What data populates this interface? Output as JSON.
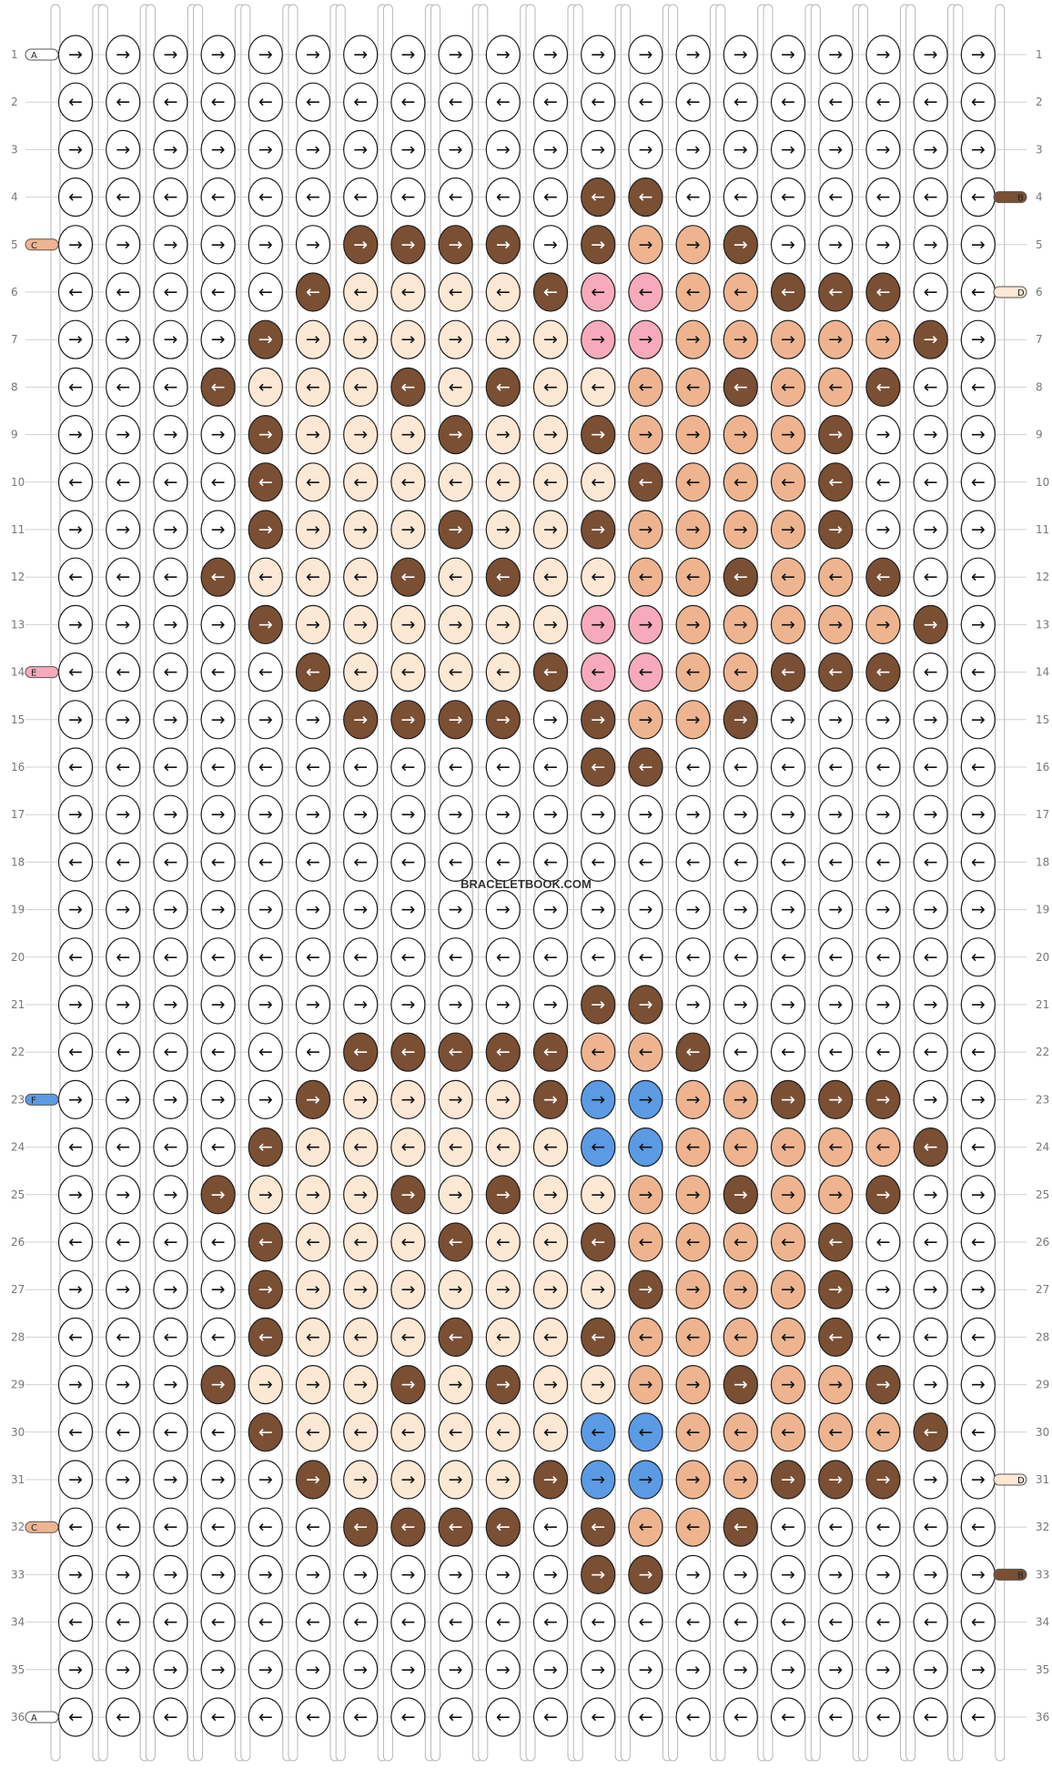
{
  "pattern": {
    "watermark": "BRACELETBOOK.COM",
    "rows": 36,
    "knots_per_row_odd": 20,
    "knots_per_row_even": 20,
    "strings_left": [
      {
        "row": 1,
        "letter": "A",
        "color": "#ffffff"
      },
      {
        "row": 5,
        "letter": "C",
        "color": "#eeb490"
      },
      {
        "row": 14,
        "letter": "E",
        "color": "#f7aabb"
      },
      {
        "row": 23,
        "letter": "F",
        "color": "#5b9be4"
      },
      {
        "row": 32,
        "letter": "C",
        "color": "#eeb490"
      },
      {
        "row": 36,
        "letter": "A",
        "color": "#ffffff"
      }
    ],
    "strings_right": [
      {
        "row": 4,
        "letter": "B",
        "color": "#7a4f34"
      },
      {
        "row": 6,
        "letter": "D",
        "color": "#fce8d4"
      },
      {
        "row": 31,
        "letter": "D",
        "color": "#fce8d4"
      },
      {
        "row": 33,
        "letter": "B",
        "color": "#7a4f34"
      }
    ],
    "palette": {
      "A": "#ffffff",
      "B": "#7a4f34",
      "C": "#eeb490",
      "D": "#fce8d4",
      "E": "#f7aabb",
      "F": "#5b9be4"
    },
    "knot_rows": [
      "AAAAAAAAAAAAAAAAAAAA",
      "AAAAAAAAAAAAAAAAAAAA",
      "AAAAAAAAAAAAAAAAAAAA",
      "AAAAAAAAAAABBAAAAAAA",
      "AAAAAABBBBABCCBAAAAA",
      "AAAAABDDDDBEECCBBBAA",
      "AAAABDDDDDDEECCCCCBA",
      "AAABDDDBDBDDCCBCCBAA",
      "AAAABDDDBDDBCCCCBAAA",
      "AAAABDDDDDDDBCCCBAAA",
      "AAAABDDDBDDBCCCCBAAA",
      "AAABDDDBDBDDCCBCCBAA",
      "AAAABDDDDDDEECCCCCBA",
      "AAAAABDDDDBEECCBBBAA",
      "AAAAAABBBBABCCBAAAAA",
      "AAAAAAAAAAABBAAAAAAA",
      "AAAAAAAAAAAAAAAAAAAA",
      "AAAAAAAAAAAAAAAAAAAA",
      "AAAAAAAAAAAAAAAAAAAA",
      "AAAAAAAAAAAAAAAAAAAA",
      "AAAAAAAAAAABBAAAAAAA",
      "AAAAAABBBBBCCBAAAAAA",
      "AAAAABDDDDBFFCCBBBAA",
      "AAAABDDDDDDFFCCCCCBA",
      "AAABDDDBDBDDCCBCCBAA",
      "AAAABDDDBDDBCCCCBAAA",
      "AAAABDDDDDDDBCCCBAAA",
      "AAAABDDDBDDBCCCCBAAA",
      "AAABDDDBDBDDCCBCCBAA",
      "AAAABDDDDDDFFCCCCCBA",
      "AAAAABDDDDBFFCCBBBAA",
      "AAAAAABBBBABCCBAAAAA",
      "AAAAAAAAAAABBAAAAAAA",
      "AAAAAAAAAAAAAAAAAAAA",
      "AAAAAAAAAAAAAAAAAAAA",
      "AAAAAAAAAAAAAAAAAAAA"
    ]
  }
}
